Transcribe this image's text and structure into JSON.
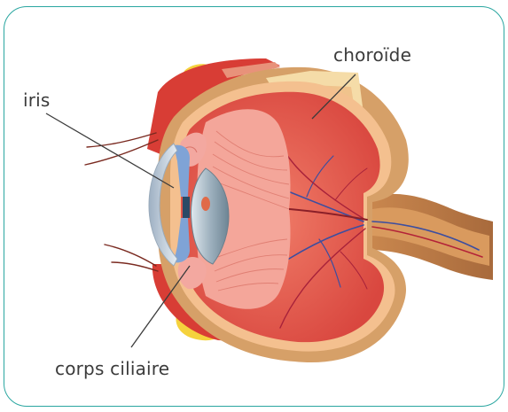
{
  "labels": {
    "choroide": "choroïde",
    "iris": "iris",
    "corps_ciliaire": "corps ciliaire"
  },
  "colors": {
    "frame": "#2aa6a0",
    "sclera": "#d9a56e",
    "choroid": "#f2b899",
    "retina": "#e5544b",
    "vitreous": "#e96a5a",
    "lens": "#a9b9c4",
    "iris": "#7fa3d6",
    "muscle": "#d9433b",
    "fat": "#f5d23d"
  }
}
